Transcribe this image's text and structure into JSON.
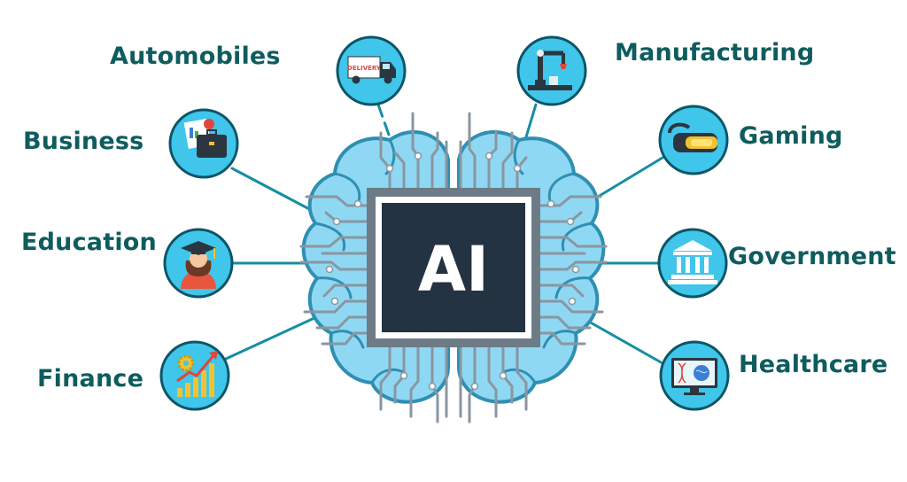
{
  "center": {
    "label": "AI"
  },
  "sectors": [
    {
      "label": "Automobiles",
      "icon": "delivery-truck-icon",
      "icon_text": "DELIVERY"
    },
    {
      "label": "Manufacturing",
      "icon": "robotic-arm-icon"
    },
    {
      "label": "Business",
      "icon": "briefcase-charts-icon"
    },
    {
      "label": "Gaming",
      "icon": "vr-headset-icon"
    },
    {
      "label": "Education",
      "icon": "graduate-student-icon"
    },
    {
      "label": "Government",
      "icon": "government-building-icon"
    },
    {
      "label": "Finance",
      "icon": "growth-chart-gear-icon"
    },
    {
      "label": "Healthcare",
      "icon": "monitor-dna-brain-icon"
    }
  ],
  "colors": {
    "label": "#0e5c5e",
    "icon_circle": "#3fc6ea",
    "icon_border": "#0c5567",
    "connector": "#168ea3",
    "brain": "#8fd8f3",
    "chip_outer": "#6d7b86",
    "chip_core": "#243341",
    "circuit": "#8a96a0"
  }
}
